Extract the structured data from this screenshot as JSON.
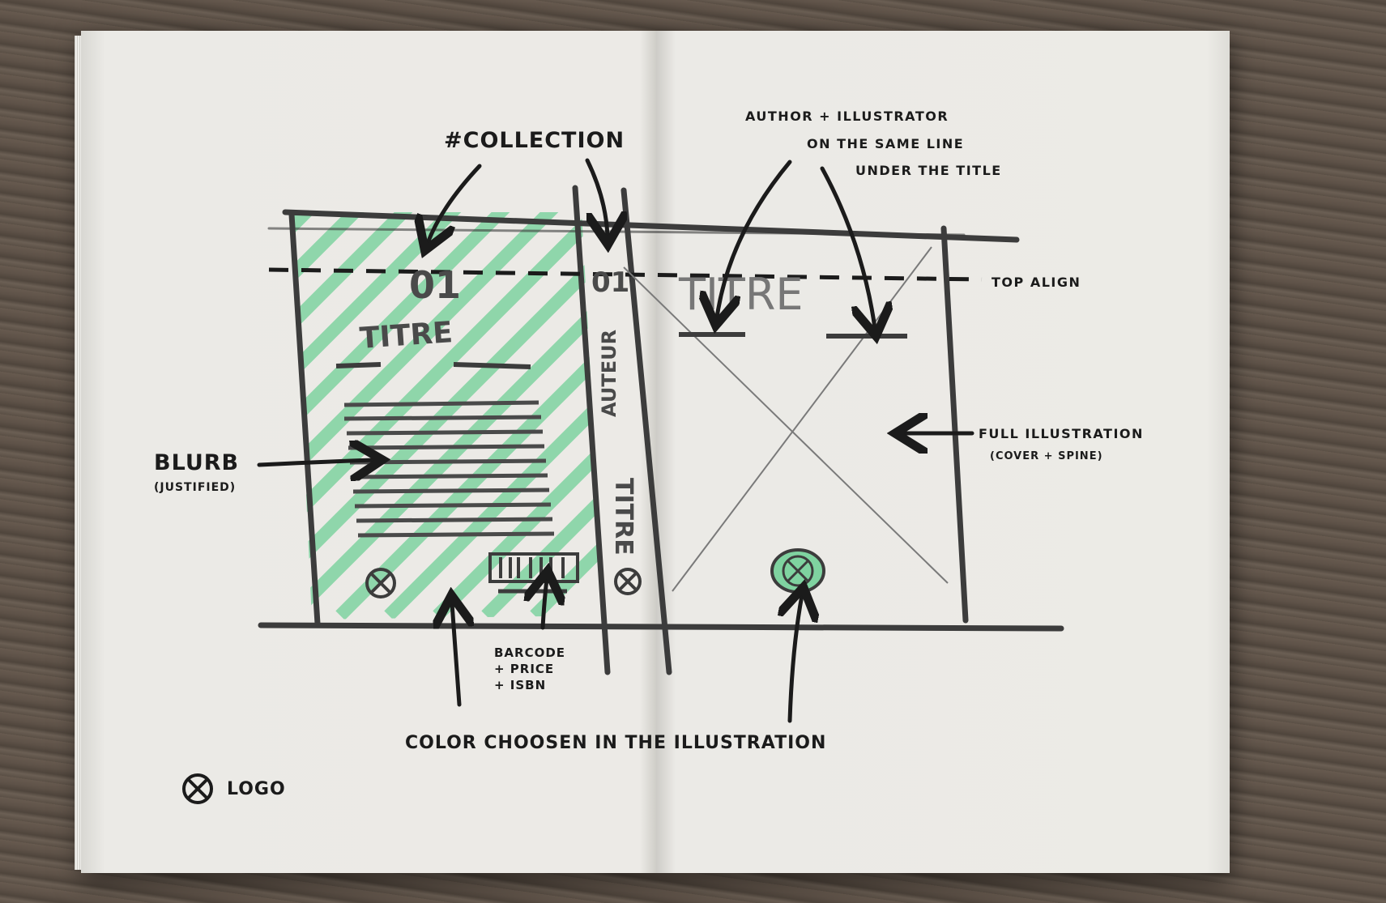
{
  "labels": {
    "collection": "#COLLECTION",
    "author_illustrator": [
      "AUTHOR + ILLUSTRATOR",
      "ON THE SAME LINE",
      "UNDER THE TITLE"
    ],
    "top_align": "TOP ALIGN",
    "blurb": "BLURB",
    "blurb_note": "(JUSTIFIED)",
    "full_illustration": "FULL ILLUSTRATION",
    "full_illustration_note": "(COVER + SPINE)",
    "barcode_lines": [
      "BARCODE",
      "+ PRICE",
      "+ ISBN"
    ],
    "color": "COLOR CHOOSEN IN THE ILLUSTRATION",
    "logo": "LOGO"
  },
  "sketch_text": {
    "back_number": "01",
    "back_title": "TITRE",
    "spine_number": "01",
    "spine_author": "AUTEUR",
    "spine_title": "TITRE",
    "front_title": "TITRE"
  },
  "colors": {
    "accent_green": "#7fd3a0",
    "pencil": "#3c3c3c",
    "ink": "#1b1b1b",
    "paper": "#e9e8e3"
  }
}
